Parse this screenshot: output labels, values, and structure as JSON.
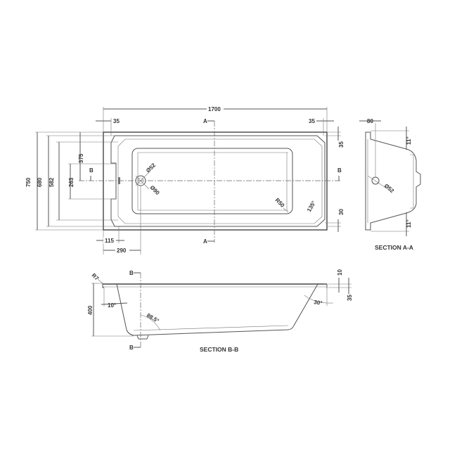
{
  "plan_view": {
    "overall_length": "1700",
    "overall_width": "750",
    "inner_width_680": "680",
    "inner_width_582": "582",
    "dim_375": "375",
    "dim_263": "263",
    "rim_left": "35",
    "rim_right": "35",
    "rim_top_right": "35",
    "rim_bottom_right": "30",
    "waste_offset_115": "115",
    "waste_offset_290": "290",
    "waste_dia_52": "Ø52",
    "waste_dia_90": "Ø90",
    "corner_radius": "R50",
    "corner_angle": "135°",
    "section_a_top": "A",
    "section_a_bottom": "A",
    "section_b_left": "B",
    "section_b_right": "B"
  },
  "section_aa": {
    "caption": "SECTION A-A",
    "dim_80": "80",
    "angle_top": "11°",
    "angle_bottom": "11°",
    "waste_dia": "Ø52"
  },
  "section_bb": {
    "caption": "SECTION B-B",
    "depth": "400",
    "radius": "R7",
    "angle_left": "10°",
    "angle_floor": "88.5°",
    "angle_right": "30°",
    "rim_10": "10",
    "rim_35": "35",
    "marker_top": "B",
    "marker_bottom": "B"
  }
}
